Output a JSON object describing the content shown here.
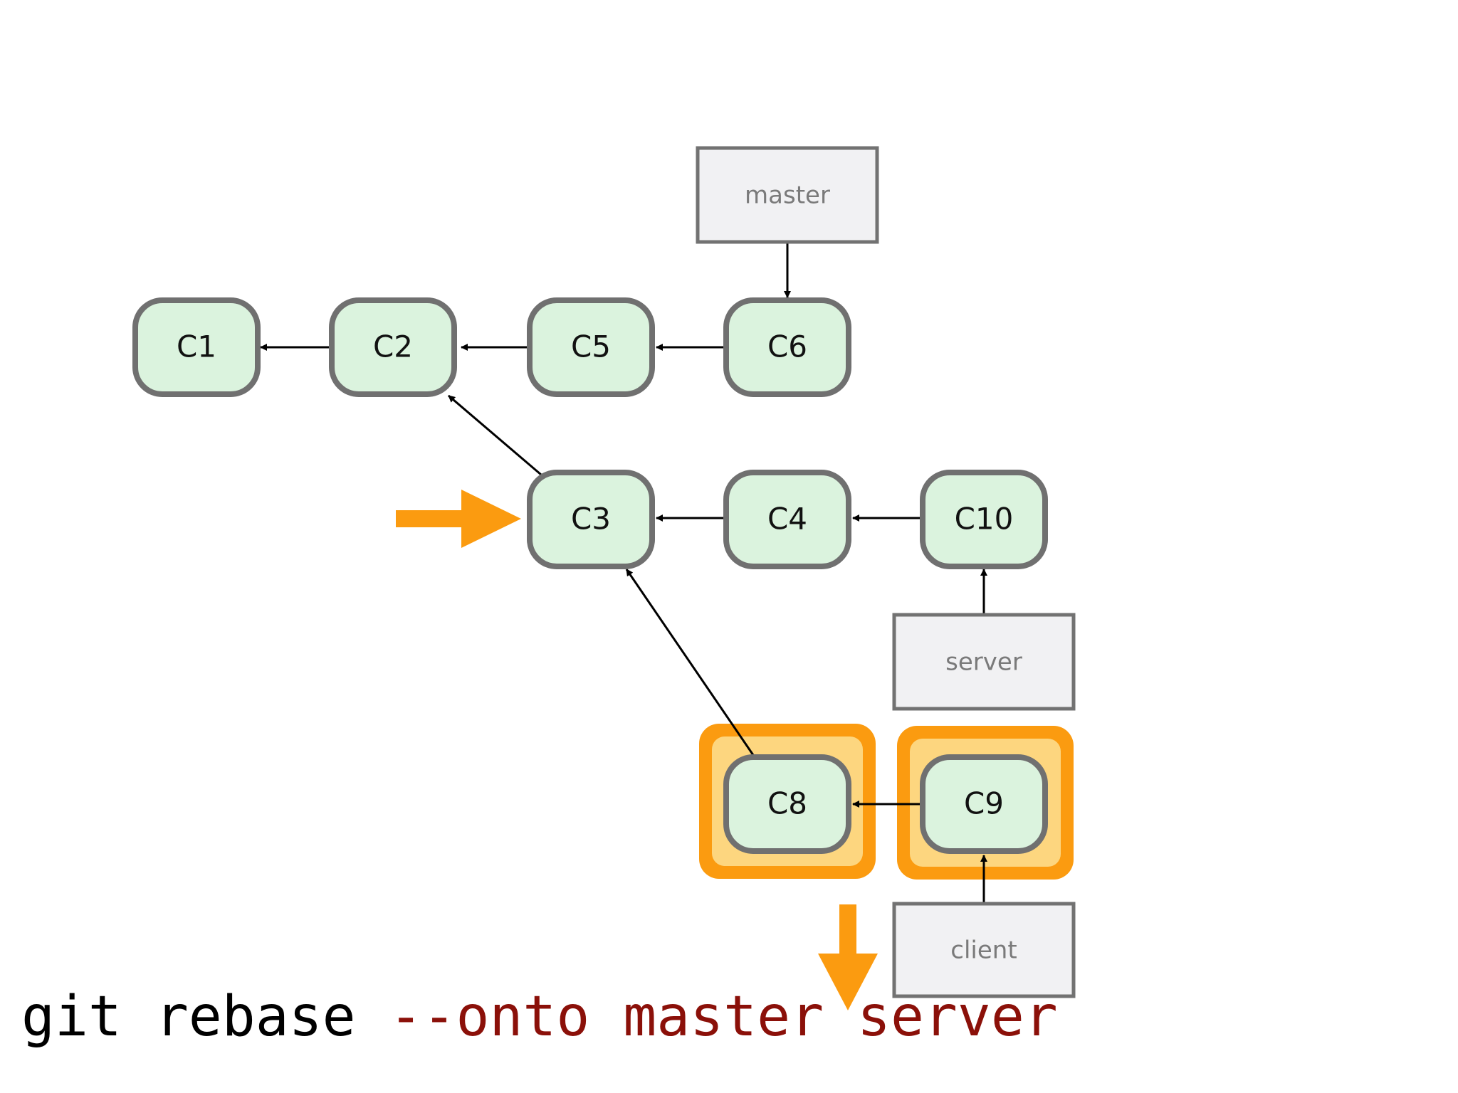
{
  "diagram": {
    "commits": {
      "c1": "C1",
      "c2": "C2",
      "c5": "C5",
      "c6": "C6",
      "c3": "C3",
      "c4": "C4",
      "c10": "C10",
      "c8": "C8",
      "c9": "C9"
    },
    "branches": {
      "master": "master",
      "server": "server",
      "client": "client"
    },
    "highlighted_commits": [
      "C8",
      "C9"
    ],
    "colors": {
      "commit_fill": "#dbf3de",
      "commit_stroke": "#707070",
      "branch_fill": "#f1f1f3",
      "highlight_orange": "#fb9b10",
      "highlight_light": "#fdd67f",
      "command_arg_color": "#8b1009"
    }
  },
  "command": {
    "base": "git rebase ",
    "args": "--onto master server"
  }
}
